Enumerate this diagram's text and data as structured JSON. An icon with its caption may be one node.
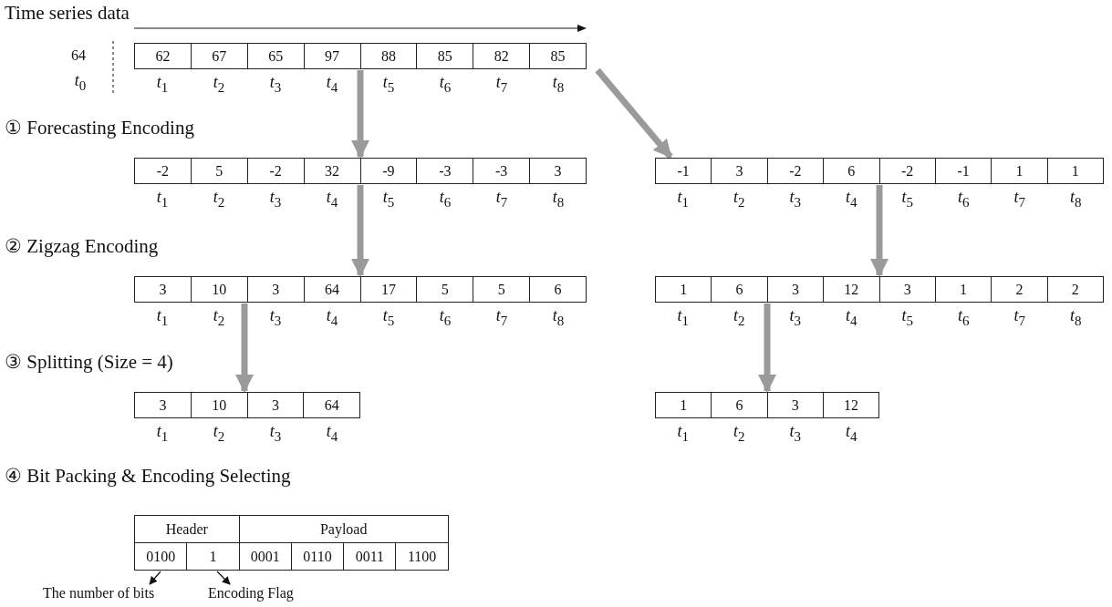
{
  "diagram": {
    "nodes": [
      {
        "text": [
          "62",
          "67",
          "65",
          "97",
          "88",
          "85",
          "82",
          "85"
        ],
        "beside": [
          "*t*$_{1}$",
          "*t*$_{2}$",
          "*t*$_{3}$",
          "*t*$_{4}$",
          "*t*$_{5}$",
          "*t*$_{6}$",
          "*t*$_{7}$",
          "*t*$_{8}$"
        ]
      },
      {
        "text": [
          "-2",
          "5",
          "-2",
          "32",
          "-9",
          "-3",
          "-3",
          "3"
        ],
        "beside": [
          "*t*$_{1}$",
          "*t*$_{2}$",
          "*t*$_{3}$",
          "*t*$_{4}$",
          "*t*$_{5}$",
          "*t*$_{6}$",
          "*t*$_{7}$",
          "*t*$_{8}$"
        ]
      },
      {
        "text": [
          "-1",
          "3",
          "-2",
          "6",
          "-2",
          "-1",
          "1",
          "1"
        ],
        "beside": [
          "*t*$_{1}$",
          "*t*$_{2}$",
          "*t*$_{3}$",
          "*t*$_{4}$",
          "*t*$_{5}$",
          "*t*$_{6}$",
          "*t*$_{7}$",
          "*t*$_{8}$"
        ]
      },
      {
        "text": [
          "3",
          "10",
          "3",
          "64",
          "17",
          "5",
          "5",
          "6"
        ],
        "beside": [
          "*t*$_{1}$",
          "*t*$_{2}$",
          "*t*$_{3}$",
          "*t*$_{4}$",
          "*t*$_{5}$",
          "*t*$_{6}$",
          "*t*$_{7}$",
          "*t*$_{8}$"
        ]
      },
      {
        "text": [
          "1",
          "6",
          "3",
          "12",
          "3",
          "1",
          "2",
          "2"
        ],
        "beside": [
          "*t*$_{1}$",
          "*t*$_{2}$",
          "*t*$_{3}$",
          "*t*$_{4}$",
          "*t*$_{5}$",
          "*t*$_{6}$",
          "*t*$_{7}$",
          "*t*$_{8}$"
        ]
      },
      {
        "text": [
          "3",
          "10",
          "3",
          "64"
        ],
        "beside": [
          "*t*$_{1}$",
          "*t*$_{2}$",
          "*t*$_{3}$",
          "*t*$_{4}$"
        ]
      },
      {
        "text": [
          "1",
          "6",
          "3",
          "12"
        ],
        "beside": [
          "*t*$_{1}$",
          "*t*$_{2}$",
          "*t*$_{3}$",
          "*t*$_{4}$"
        ]
      },
      {
        "text": [
          "Header",
          "Payload",
          "0100",
          "1",
          "0001",
          "0110",
          "0011",
          "1100"
        ]
      },
      {
        "text": [
          "The number of bits"
        ]
      },
      {
        "text": [
          "Encoding Flag"
        ]
      }
    ],
    "edges": [
      {
        "from": 0,
        "to": 1,
        "arrow": "to"
      },
      {
        "from": 0,
        "to": 2,
        "arrow": "to"
      },
      {
        "from": 1,
        "to": 3,
        "arrow": "to"
      },
      {
        "from": 2,
        "to": 4,
        "arrow": "to"
      },
      {
        "from": 3,
        "to": 5,
        "arrow": "to"
      },
      {
        "from": 4,
        "to": 6,
        "arrow": "to"
      },
      {
        "from": 7,
        "to": 8,
        "arrow": "to",
        "color": "#111111"
      },
      {
        "from": 7,
        "to": 9,
        "arrow": "to",
        "color": "#111111"
      }
    ],
    "labels": [
      "Time series data",
      "64",
      "*t*$_{0}$",
      "① Forecasting Encoding",
      "② Zigzag Encoding",
      "③ Splitting (Size = 4)",
      "④ Bit Packing & Encoding Selecting"
    ]
  }
}
